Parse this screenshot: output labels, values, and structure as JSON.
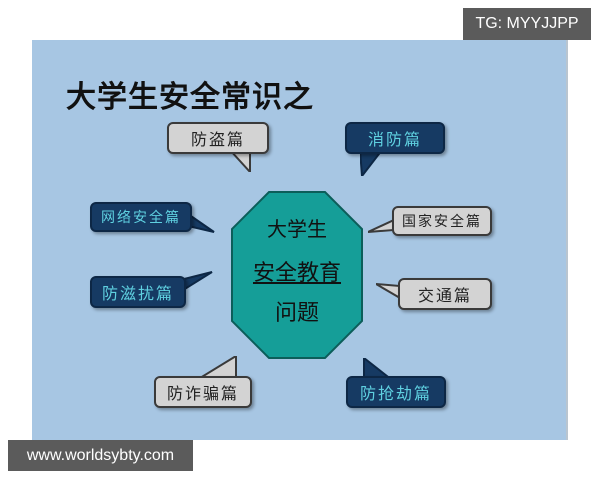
{
  "watermarks": {
    "top_right": "TG: MYYJJPP",
    "bottom_left": "www.worldsybty.com"
  },
  "diagram": {
    "title": "大学生安全常识之",
    "center": {
      "line1": "大学生",
      "line2": "安全教育",
      "line3": "问题",
      "fill_color": "#159e98"
    },
    "bubbles": [
      {
        "id": "anti-theft",
        "label": "防盗篇",
        "style": "light"
      },
      {
        "id": "fire",
        "label": "消防篇",
        "style": "dark"
      },
      {
        "id": "network",
        "label": "网络安全篇",
        "style": "dark"
      },
      {
        "id": "national",
        "label": "国家安全篇",
        "style": "light"
      },
      {
        "id": "harassment",
        "label": "防滋扰篇",
        "style": "dark"
      },
      {
        "id": "traffic",
        "label": "交通篇",
        "style": "light"
      },
      {
        "id": "fraud",
        "label": "防诈骗篇",
        "style": "light"
      },
      {
        "id": "robbery",
        "label": "防抢劫篇",
        "style": "dark"
      }
    ],
    "colors": {
      "background": "#a7c6e3",
      "light_bubble": "#d3d3d3",
      "dark_bubble": "#163a63",
      "dark_text": "#5fd0e0"
    }
  }
}
